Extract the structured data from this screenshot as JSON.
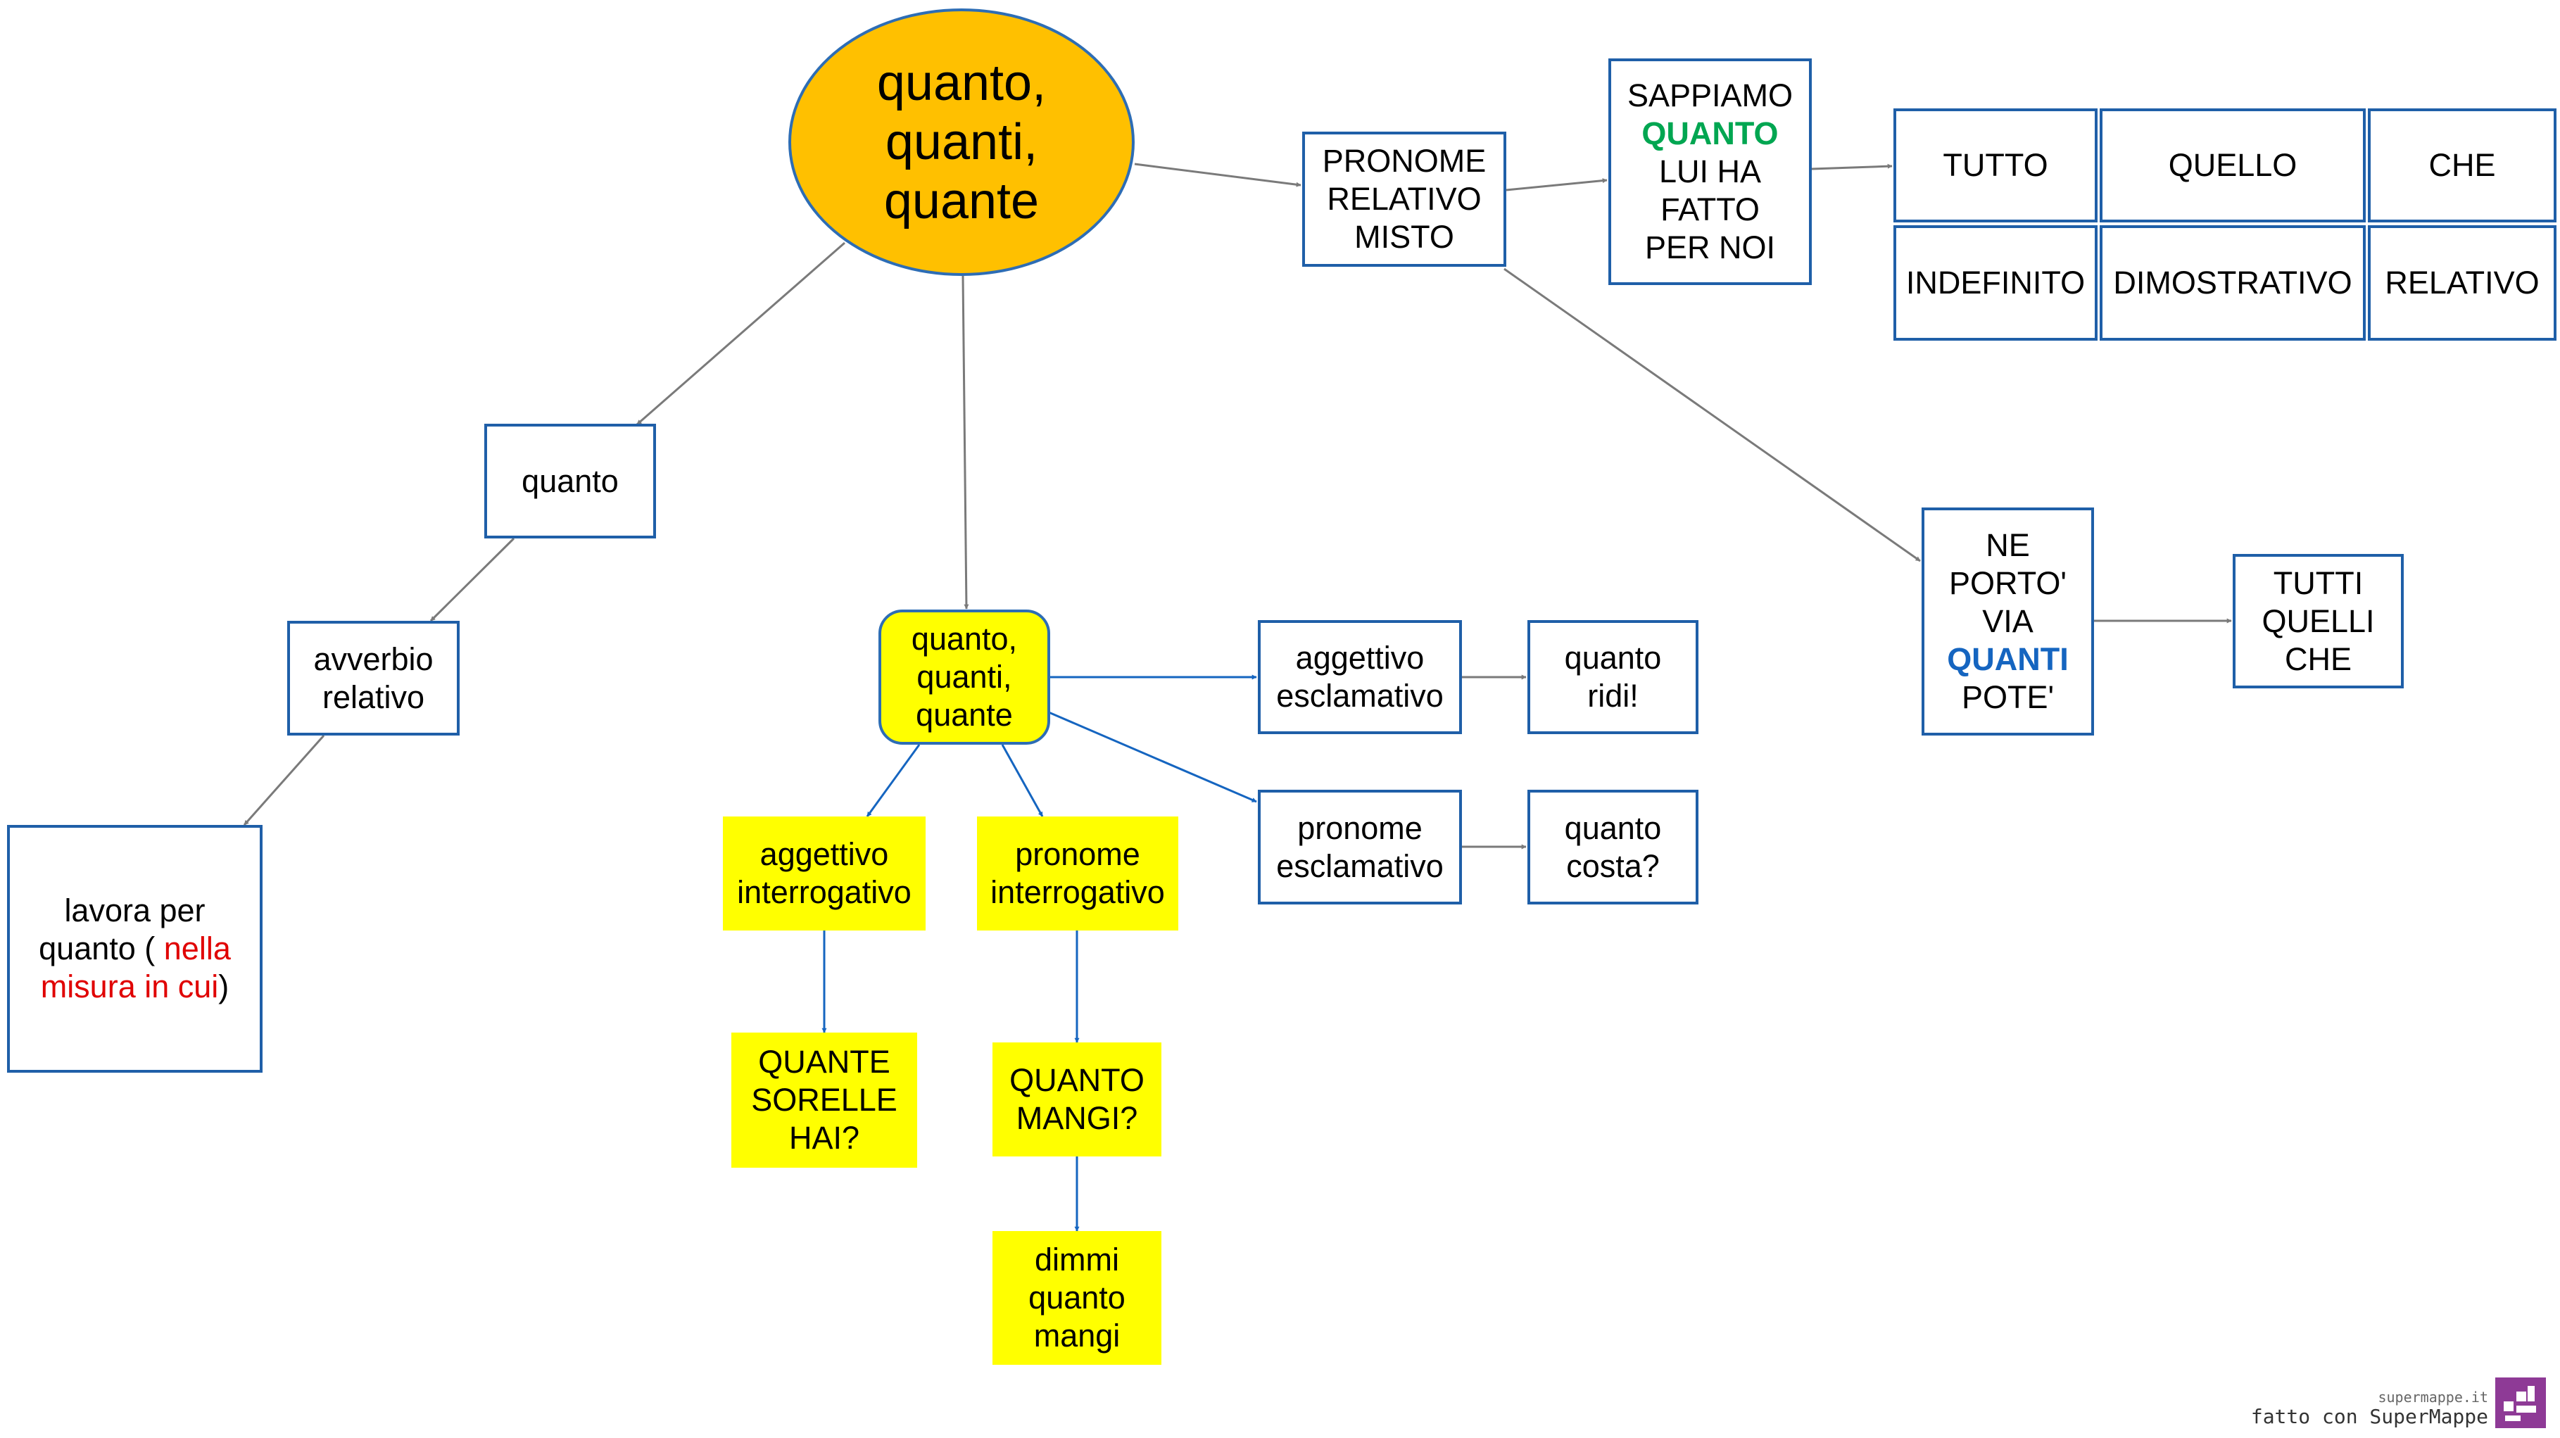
{
  "center": {
    "lines": [
      "quanto,",
      "quanti,",
      "quante"
    ]
  },
  "quanto_box": {
    "text": "quanto"
  },
  "avverbio": {
    "lines": [
      "avverbio",
      "relativo"
    ]
  },
  "lavora": {
    "line1": "lavora per",
    "line2_a": "quanto ( ",
    "line2_b": "nella",
    "line3_a": "misura in cui",
    "line3_b": ")"
  },
  "sub_center": {
    "lines": [
      "quanto,",
      "quanti,",
      "quante"
    ]
  },
  "agg_interr": {
    "lines": [
      "aggettivo",
      "interrogativo"
    ]
  },
  "pron_interr": {
    "lines": [
      "pronome",
      "interrogativo"
    ]
  },
  "quante_sorelle": {
    "lines": [
      "QUANTE",
      "SORELLE",
      "HAI?"
    ]
  },
  "quanto_mangi": {
    "lines": [
      "QUANTO",
      "MANGI?"
    ]
  },
  "dimmi": {
    "lines": [
      "dimmi",
      "quanto",
      "mangi"
    ]
  },
  "agg_escl": {
    "lines": [
      "aggettivo",
      "esclamativo"
    ]
  },
  "quanto_ridi": {
    "lines": [
      "quanto",
      "ridi!"
    ]
  },
  "pron_escl": {
    "lines": [
      "pronome",
      "esclamativo"
    ]
  },
  "quanto_costa": {
    "lines": [
      "quanto",
      "costa?"
    ]
  },
  "pron_rel_misto": {
    "lines": [
      "PRONOME",
      "RELATIVO",
      "MISTO"
    ]
  },
  "sappiamo": {
    "line1": "SAPPIAMO",
    "line2": "QUANTO",
    "line3": "LUI HA",
    "line4": "FATTO",
    "line5": "PER NOI"
  },
  "grid": {
    "tutto": "TUTTO",
    "quello": "QUELLO",
    "che": "CHE",
    "indefinito": "INDEFINITO",
    "dimostrativo": "DIMOSTRATIVO",
    "relativo": "RELATIVO"
  },
  "ne_porto": {
    "line1": "NE",
    "line2": "PORTO'",
    "line3": "VIA",
    "line4": "QUANTI",
    "line5": "POTE'"
  },
  "tutti_quelli": {
    "lines": [
      "TUTTI",
      "QUELLI",
      "CHE"
    ]
  },
  "footer": {
    "small": "supermappe.it",
    "main": "fatto con SuperMappe"
  },
  "colors": {
    "box_border": "#1f5fa8",
    "center_fill": "#ffc000",
    "highlight_fill": "#ffff00",
    "gray_arrow": "#7a7a7a",
    "blue_arrow": "#1565c0",
    "green_text": "#00a651",
    "blue_text": "#1565c0",
    "red_text": "#e00000"
  }
}
